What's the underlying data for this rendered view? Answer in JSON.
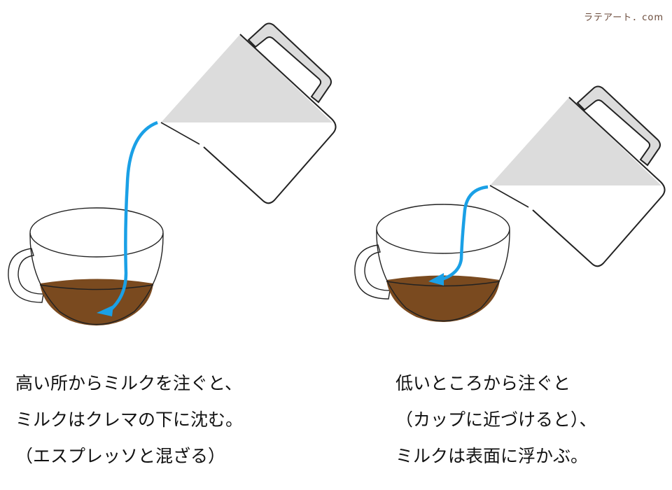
{
  "logo": "ラテアート．com",
  "colors": {
    "milk_stream": "#1aa0e6",
    "coffee": "#7a4a1f",
    "pitcher_milk": "#dcdcdc",
    "outline": "#222222"
  },
  "left_caption": [
    "高い所からミルクを注ぐと、",
    "ミルクはクレマの下に沈む。",
    "（エスプレッソと混ざる）"
  ],
  "right_caption": [
    "低いところから注ぐと",
    "（カップに近づけると）、",
    "ミルクは表面に浮かぶ。"
  ]
}
